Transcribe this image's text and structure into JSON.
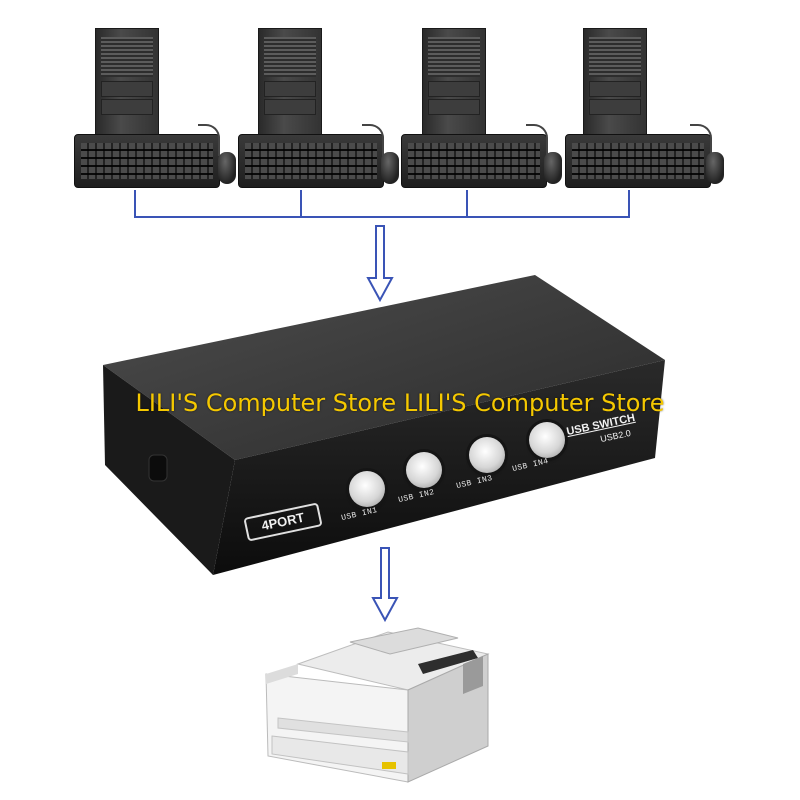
{
  "image": {
    "description_labels": {
      "watermark": "LILI'S Computer Store LILI'S Computer Store",
      "device_badge": "4PORT",
      "device_brand_line1": "USB SWITCH",
      "device_brand_line2": "USB2.0",
      "ports": [
        "USB IN1",
        "USB IN2",
        "USB IN3",
        "USB IN4"
      ]
    },
    "colors": {
      "connector_line": "#3a54b6",
      "watermark_text": "#f5c800",
      "switch_body": "#1c1c1c"
    },
    "icons": [
      "computer-tower-icon",
      "keyboard-icon",
      "mouse-icon",
      "usb-switch-icon",
      "printer-icon",
      "arrow-down-icon"
    ]
  }
}
